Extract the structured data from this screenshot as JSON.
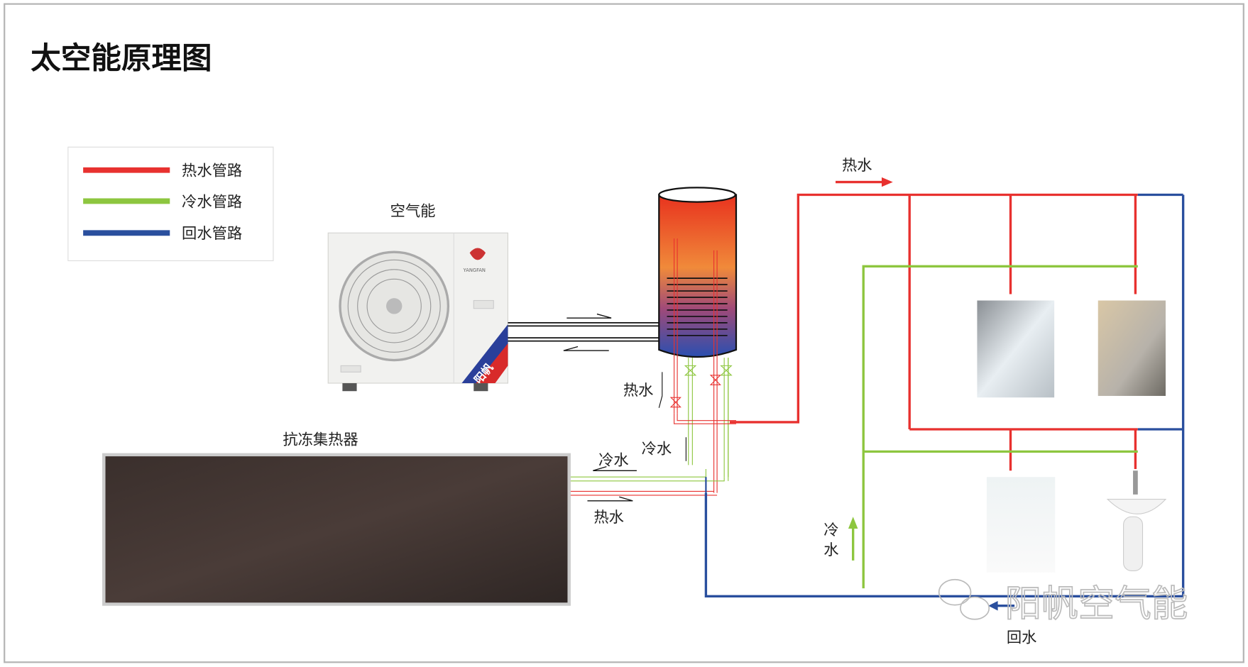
{
  "title": "太空能原理图",
  "legend": {
    "items": [
      {
        "label": "热水管路",
        "color": "#e8312f"
      },
      {
        "label": "冷水管路",
        "color": "#8dc63f"
      },
      {
        "label": "回水管路",
        "color": "#2a4f9e"
      }
    ]
  },
  "components": {
    "air_unit_label": "空气能",
    "air_unit_brand": "阳帆",
    "air_unit_logo_text": "YANGFAN",
    "collector_label": "抗冻集热器"
  },
  "flow_labels": {
    "hot_top": "热水",
    "hot_tank": "热水",
    "cold_tank": "冷水",
    "cold_collector": "冷水",
    "hot_collector": "热水",
    "cold_vertical_1": "冷",
    "cold_vertical_2": "水",
    "return": "回水"
  },
  "watermark": "阳帆空气能",
  "colors": {
    "hot": "#e8312f",
    "cold": "#8dc63f",
    "return": "#2a4f9e"
  }
}
